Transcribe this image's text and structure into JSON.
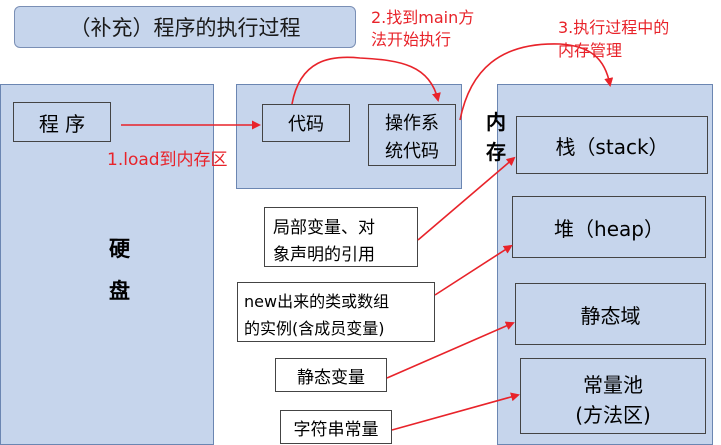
{
  "title": "（补充）程序的执行过程",
  "disk": {
    "program_label": "程 序",
    "disk_label_1": "硬",
    "disk_label_2": "盘"
  },
  "code_area": {
    "code_label": "代码",
    "os_code_label_1": "操作系",
    "os_code_label_2": "统代码"
  },
  "memory": {
    "label_1": "内",
    "label_2": "存",
    "regions": [
      {
        "label": "栈（stack）"
      },
      {
        "label": "堆（heap）"
      },
      {
        "label": "静态域"
      },
      {
        "label_1": "常量池",
        "label_2": "(方法区)"
      }
    ]
  },
  "items": [
    {
      "line_1": "局部变量、对",
      "line_2": "象声明的引用"
    },
    {
      "line_1": "new出来的类或数组",
      "line_2": "的实例(含成员变量)"
    },
    {
      "line": "静态变量"
    },
    {
      "line": "字符串常量"
    }
  ],
  "annotations": {
    "step1": "1.load到内存区",
    "step2_line1": "2.找到main方",
    "step2_line2": "法开始执行",
    "step3_line1": "3.执行过程中的",
    "step3_line2": "内存管理"
  },
  "colors": {
    "box_fill": "#c6d5ec",
    "box_border": "#6b86b2",
    "arrow": "#e8232a"
  }
}
